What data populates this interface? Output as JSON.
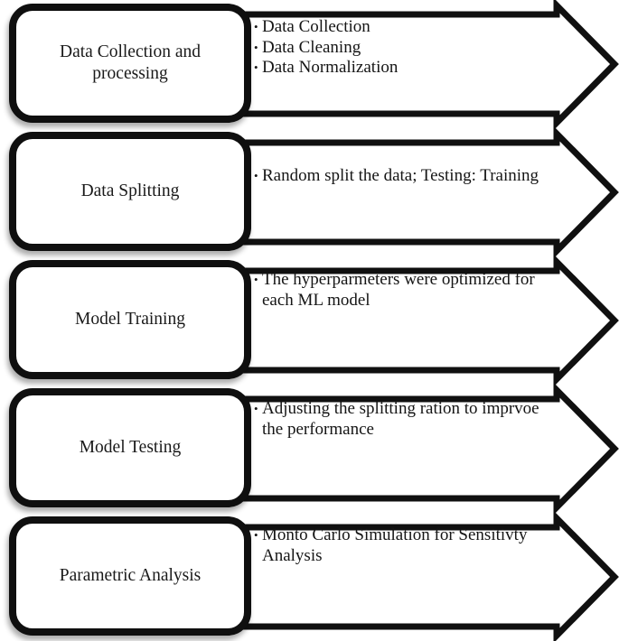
{
  "ui": {
    "bullet_char": "•",
    "stroke_color": "#101010",
    "background_color": "#ffffff"
  },
  "steps": [
    {
      "title": "Data Collection and processing",
      "bullets": [
        "Data Collection",
        "Data Cleaning",
        "Data Normalization"
      ]
    },
    {
      "title": "Data Splitting",
      "bullets": [
        "Random split the data; Testing: Training"
      ]
    },
    {
      "title": "Model Training",
      "bullets": [
        "The hyperparmeters were optimized for each ML model"
      ]
    },
    {
      "title": "Model Testing",
      "bullets": [
        "Adjusting the splitting ration to imprvoe the performance"
      ]
    },
    {
      "title": "Parametric Analysis",
      "bullets": [
        "Monto Carlo Simulation for Sensitivty Analysis"
      ]
    }
  ]
}
